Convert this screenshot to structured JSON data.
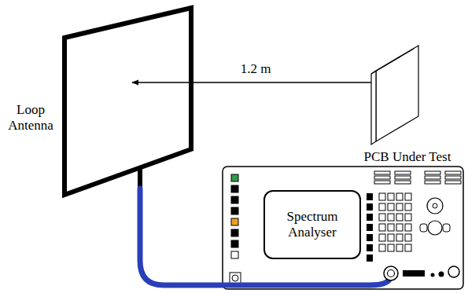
{
  "diagram": {
    "nodes": [
      {
        "text": [
          "Spectrum Analyser"
        ]
      }
    ],
    "labels": [
      "Loop Antenna",
      "1.2 m",
      "PCB Under Test"
    ]
  }
}
